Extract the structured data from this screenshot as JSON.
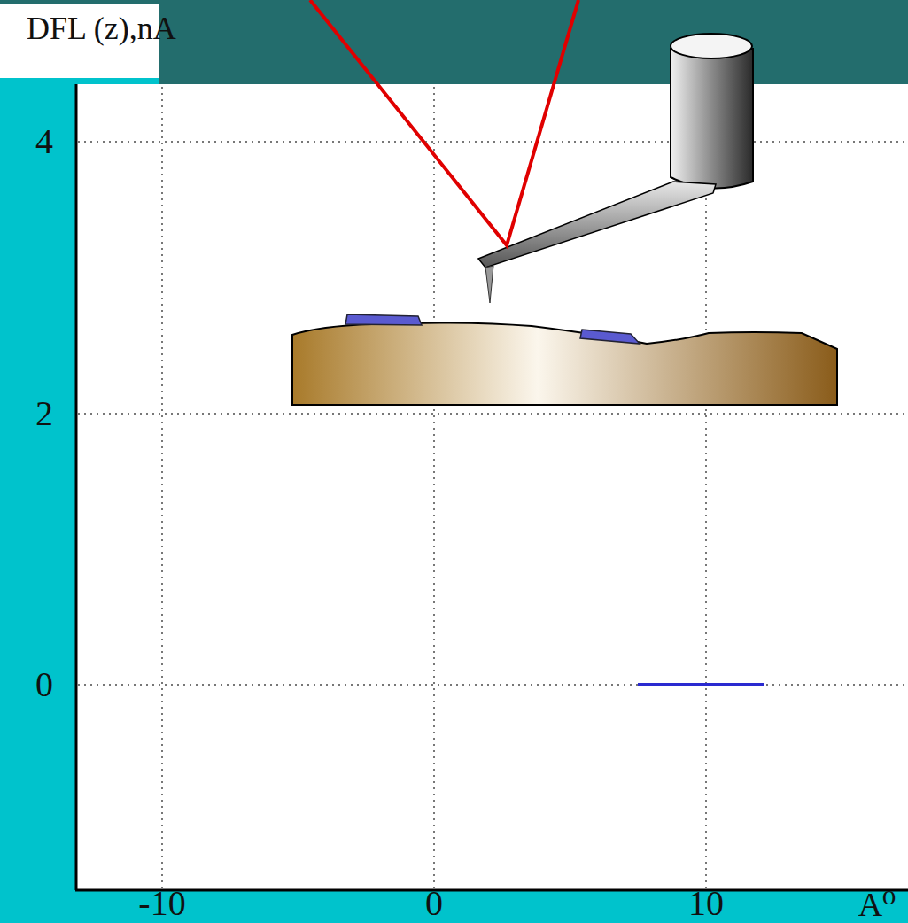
{
  "diagram": {
    "labels": [
      "DFL (z),nA",
      "4",
      "2",
      "0",
      "-10",
      "0",
      "10",
      "A⁰"
    ]
  }
}
